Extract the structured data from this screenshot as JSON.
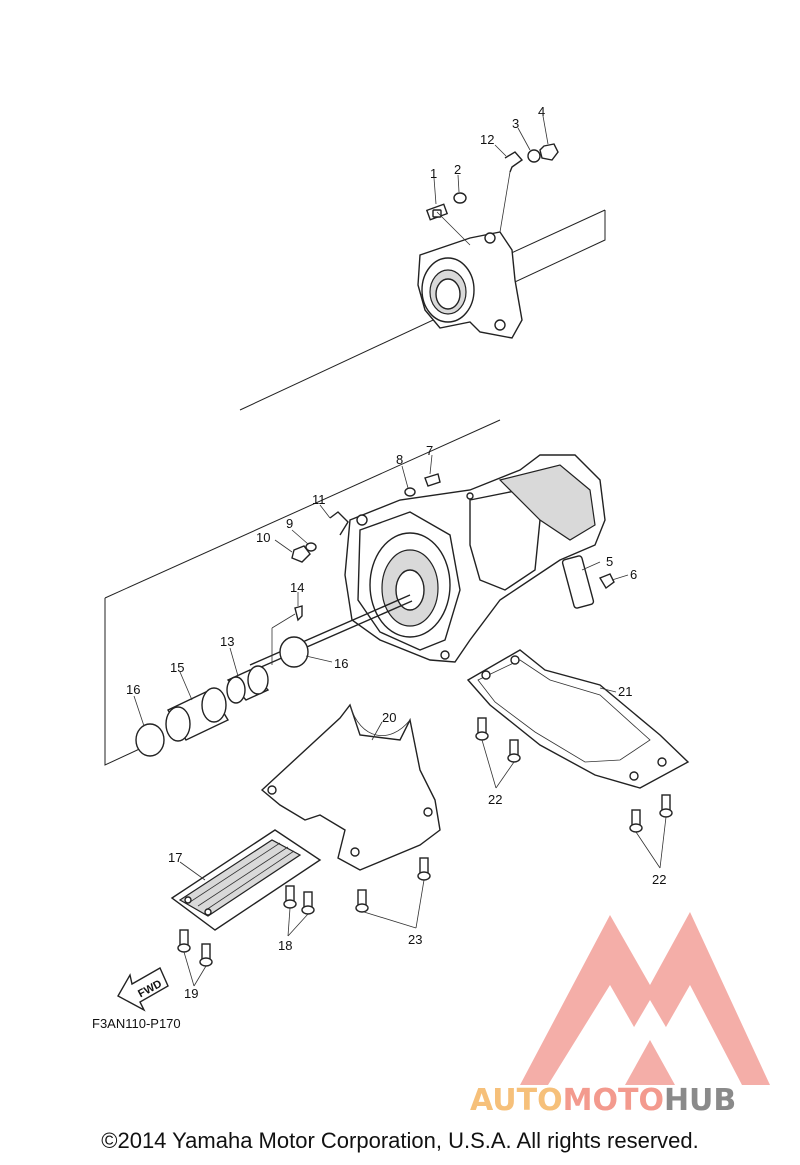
{
  "diagram": {
    "code": "F3AN110-P170",
    "fwd_label": "FWD",
    "callouts": [
      "1",
      "2",
      "3",
      "4",
      "5",
      "6",
      "7",
      "8",
      "9",
      "10",
      "11",
      "12",
      "13",
      "14",
      "15",
      "16",
      "16",
      "17",
      "18",
      "19",
      "20",
      "21",
      "22",
      "22",
      "23"
    ]
  },
  "watermark": {
    "part1": "AUTO",
    "part2": "MOTO",
    "part3": "HUB",
    "colors": {
      "auto": "#f6c07a",
      "moto": "#f39a8e",
      "hub": "#8a8a8a",
      "logo": "#f3a09a"
    }
  },
  "footer": {
    "copyright": "©2014 Yamaha Motor Corporation, U.S.A. All rights reserved."
  }
}
